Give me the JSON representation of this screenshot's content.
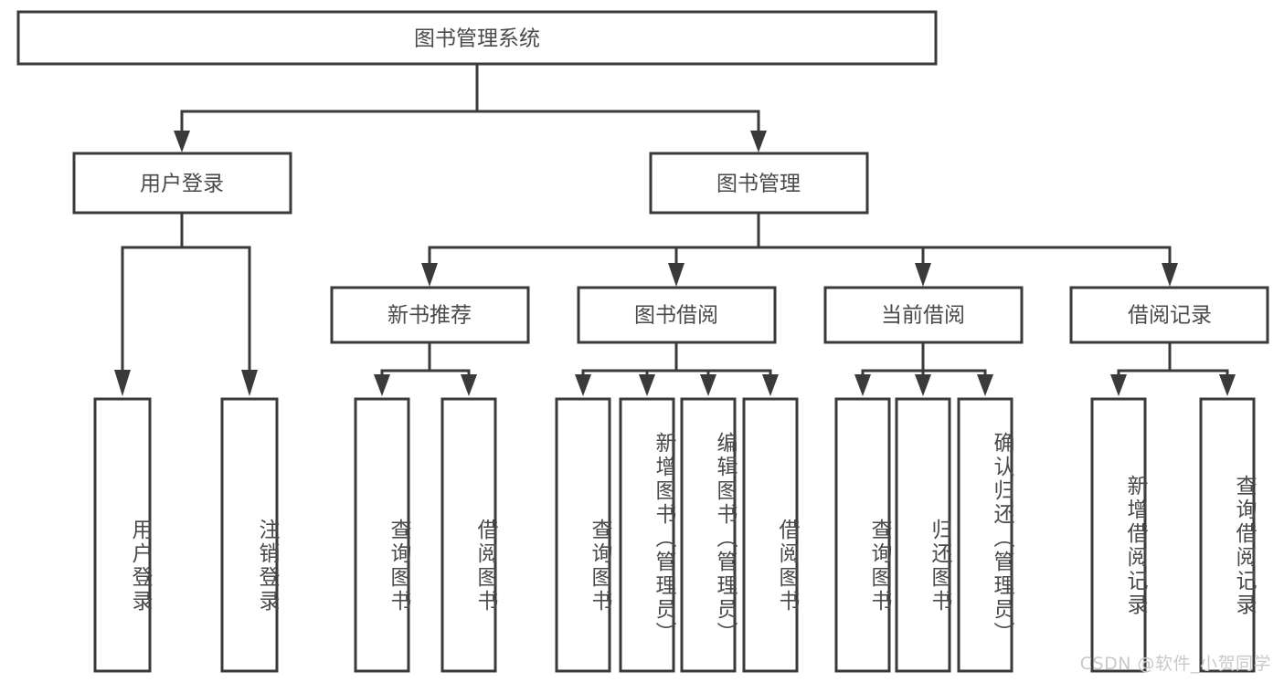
{
  "diagram": {
    "title": "图书管理系统",
    "type": "tree-hierarchy",
    "root": {
      "id": "root",
      "label": "图书管理系统",
      "orientation": "horizontal"
    },
    "level1": [
      {
        "id": "user-login",
        "label": "用户登录",
        "orientation": "horizontal"
      },
      {
        "id": "book-management",
        "label": "图书管理",
        "orientation": "horizontal"
      }
    ],
    "level2": [
      {
        "id": "new-book-recommend",
        "label": "新书推荐",
        "parent": "book-management",
        "orientation": "horizontal"
      },
      {
        "id": "book-borrow",
        "label": "图书借阅",
        "parent": "book-management",
        "orientation": "horizontal"
      },
      {
        "id": "current-borrow",
        "label": "当前借阅",
        "parent": "book-management",
        "orientation": "horizontal"
      },
      {
        "id": "borrow-record",
        "label": "借阅记录",
        "parent": "book-management",
        "orientation": "horizontal"
      }
    ],
    "leaves": [
      {
        "id": "leaf-user-login",
        "label": "用户登录",
        "parent": "user-login",
        "orientation": "vertical"
      },
      {
        "id": "leaf-logout-login",
        "label": "注销登录",
        "parent": "user-login",
        "orientation": "vertical"
      },
      {
        "id": "leaf-query-book-rec",
        "label": "查询图书",
        "parent": "new-book-recommend",
        "orientation": "vertical"
      },
      {
        "id": "leaf-borrow-book-rec",
        "label": "借阅图书",
        "parent": "new-book-recommend",
        "orientation": "vertical"
      },
      {
        "id": "leaf-query-book-borrow",
        "label": "查询图书",
        "parent": "book-borrow",
        "orientation": "vertical"
      },
      {
        "id": "leaf-add-book-admin",
        "label": "新增图书（管理员）",
        "parent": "book-borrow",
        "orientation": "vertical"
      },
      {
        "id": "leaf-edit-book-admin",
        "label": "编辑图书（管理员）",
        "parent": "book-borrow",
        "orientation": "vertical"
      },
      {
        "id": "leaf-borrow-book",
        "label": "借阅图书",
        "parent": "book-borrow",
        "orientation": "vertical"
      },
      {
        "id": "leaf-query-book-current",
        "label": "查询图书",
        "parent": "current-borrow",
        "orientation": "vertical"
      },
      {
        "id": "leaf-return-book",
        "label": "归还图书",
        "parent": "current-borrow",
        "orientation": "vertical"
      },
      {
        "id": "leaf-confirm-return-admin",
        "label": "确认归还（管理员）",
        "parent": "current-borrow",
        "orientation": "vertical"
      },
      {
        "id": "leaf-add-borrow-record",
        "label": "新增借阅记录",
        "parent": "borrow-record",
        "orientation": "vertical"
      },
      {
        "id": "leaf-query-borrow-record",
        "label": "查询借阅记录",
        "parent": "borrow-record",
        "orientation": "vertical"
      }
    ]
  },
  "watermark": {
    "text": "CSDN @软件_小贺同学"
  },
  "colors": {
    "stroke": "#3a3a3a",
    "text": "#4a4a4a",
    "background": "#ffffff",
    "watermark": "#c9c9c9"
  }
}
